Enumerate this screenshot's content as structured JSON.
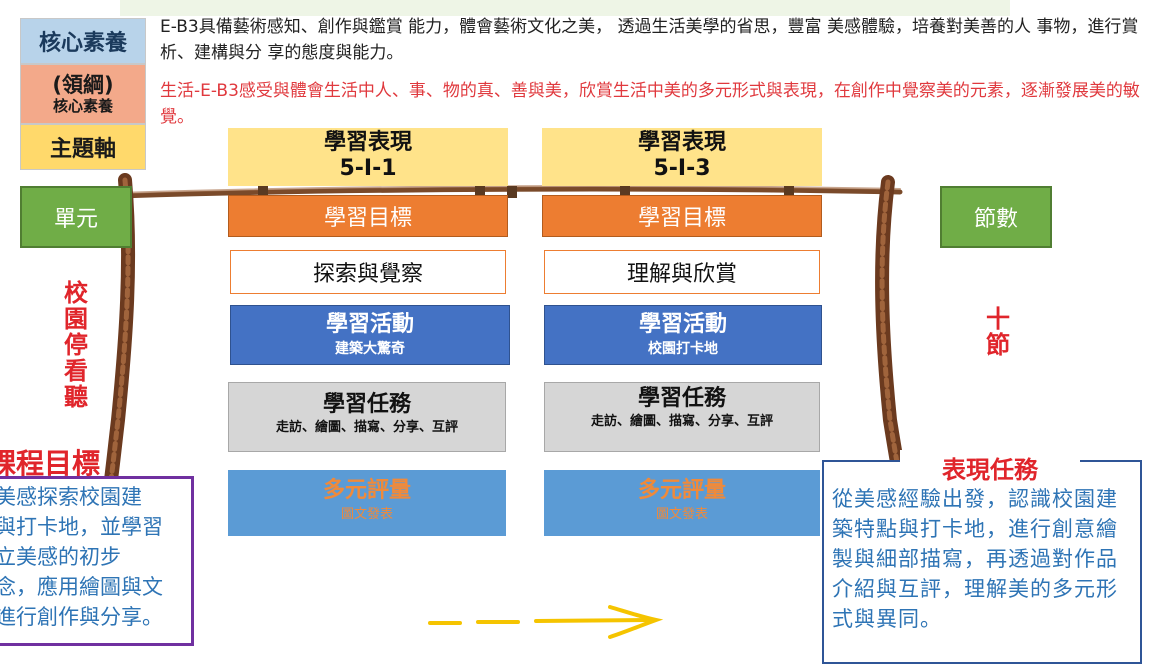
{
  "legend": {
    "core": "核心素養",
    "gang_line1": "(領綱)",
    "gang_line2": "核心素養",
    "theme": "主題軸"
  },
  "core_competency_text": "E-B3具備藝術感知、創作與鑑賞 能力，體會藝術文化之美， 透過生活美學的省思，豐富 美感體驗，培養對美善的人 事物，進行賞析、建構與分 享的態度與能力。",
  "domain_competency_text": "生活-E-B3感受與體會生活中人、事、物的真、善與美，欣賞生活中美的多元形式與表現，在創作中覺察美的元素，逐漸發展美的敏覺。",
  "unit": {
    "label": "單元",
    "name_chars": [
      "校",
      "園",
      "停",
      "看",
      "聽"
    ]
  },
  "section": {
    "label": "節數",
    "count_chars": [
      "十",
      "節"
    ]
  },
  "columns": [
    {
      "perf_title": "學習表現",
      "perf_code": "5-I-1",
      "goal_label": "學習目標",
      "goal_text": "探索與覺察",
      "activity_title": "學習活動",
      "activity_name": "建築大驚奇",
      "task_title": "學習任務",
      "task_detail": "走訪、繪圖、描寫、分享、互評",
      "assess_title": "多元評量",
      "assess_detail": "圖文發表"
    },
    {
      "perf_title": "學習表現",
      "perf_code": "5-I-3",
      "goal_label": "學習目標",
      "goal_text": "理解與欣賞",
      "activity_title": "學習活動",
      "activity_name": "校園打卡地",
      "task_title": "學習任務",
      "task_detail": "走訪、繪圖、描寫、分享、互評",
      "assess_title": "多元評量",
      "assess_detail": "圖文發表"
    }
  ],
  "course_goal": {
    "title": "課程目標",
    "lines": [
      "從美感探索校園建",
      "築與打卡地，並學習",
      "建立美感的初步",
      "概念，應用繪圖與文",
      "字進行創作與分享。"
    ]
  },
  "performance_task": {
    "title": "表現任務",
    "text": "從美感經驗出發，認識校園建築特點與打卡地，進行創意繪製與細部描寫，再透過對作品介紹與互評，理解美的多元形式與異同。"
  },
  "colors": {
    "legend_core": "#b8d3ea",
    "legend_gang": "#f3a98a",
    "legend_theme": "#ffd96b",
    "green": "#70ad47",
    "orange": "#ed7d31",
    "blue": "#4472c4",
    "gray": "#d6d6d6",
    "light_blue": "#5b9bd5",
    "red": "#e0252b",
    "purple": "#7030a0",
    "rope": "#7a4a2a",
    "arrow": "#f5c400"
  }
}
